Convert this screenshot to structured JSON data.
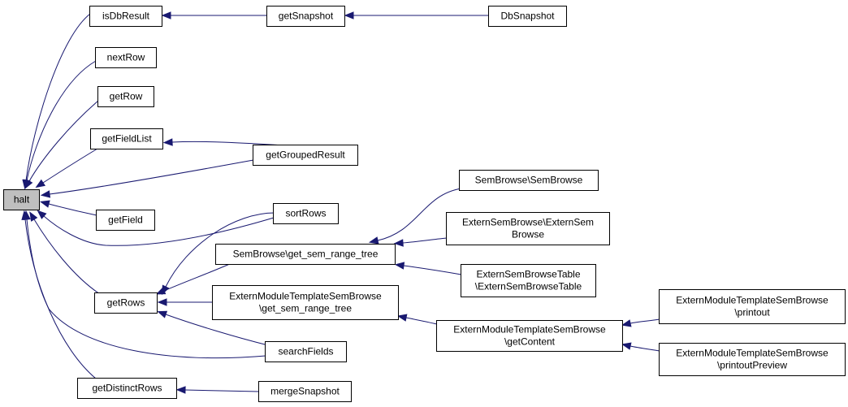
{
  "graph": {
    "colors": {
      "edge": "#191970",
      "highlight_fill": "#bfbfbf",
      "node_fill": "#ffffff",
      "node_border": "#000000"
    },
    "nodes": {
      "halt": {
        "lines": [
          "halt"
        ],
        "highlight": true
      },
      "isDbResult": {
        "lines": [
          "isDbResult"
        ]
      },
      "getSnapshot": {
        "lines": [
          "getSnapshot"
        ]
      },
      "DbSnapshot": {
        "lines": [
          "DbSnapshot"
        ]
      },
      "nextRow": {
        "lines": [
          "nextRow"
        ]
      },
      "getRow": {
        "lines": [
          "getRow"
        ]
      },
      "getFieldList": {
        "lines": [
          "getFieldList"
        ]
      },
      "getGroupedResult": {
        "lines": [
          "getGroupedResult"
        ]
      },
      "getField": {
        "lines": [
          "getField"
        ]
      },
      "sortRows": {
        "lines": [
          "sortRows"
        ]
      },
      "getRows": {
        "lines": [
          "getRows"
        ]
      },
      "getDistinctRows": {
        "lines": [
          "getDistinctRows"
        ]
      },
      "mergeSnapshot": {
        "lines": [
          "mergeSnapshot"
        ]
      },
      "searchFields": {
        "lines": [
          "searchFields"
        ]
      },
      "semBrowseGetSemRangeTree": {
        "lines": [
          "SemBrowse\\get_sem_range_tree"
        ]
      },
      "externModuleGetSemRangeTree": {
        "lines": [
          "ExternModuleTemplateSemBrowse",
          "\\get_sem_range_tree"
        ]
      },
      "semBrowse": {
        "lines": [
          "SemBrowse\\SemBrowse"
        ]
      },
      "externSemBrowse": {
        "lines": [
          "ExternSemBrowse\\ExternSem",
          "Browse"
        ]
      },
      "externSemBrowseTable": {
        "lines": [
          "ExternSemBrowseTable",
          "\\ExternSemBrowseTable"
        ]
      },
      "externModuleGetContent": {
        "lines": [
          "ExternModuleTemplateSemBrowse",
          "\\getContent"
        ]
      },
      "externModulePrintout": {
        "lines": [
          "ExternModuleTemplateSemBrowse",
          "\\printout"
        ]
      },
      "externModulePrintoutPreview": {
        "lines": [
          "ExternModuleTemplateSemBrowse",
          "\\printoutPreview"
        ]
      }
    },
    "edges": [
      {
        "from": "isDbResult",
        "to": "halt"
      },
      {
        "from": "nextRow",
        "to": "halt"
      },
      {
        "from": "getRow",
        "to": "halt"
      },
      {
        "from": "getFieldList",
        "to": "halt"
      },
      {
        "from": "getGroupedResult",
        "to": "halt"
      },
      {
        "from": "getField",
        "to": "halt"
      },
      {
        "from": "sortRows",
        "to": "halt"
      },
      {
        "from": "getRows",
        "to": "halt"
      },
      {
        "from": "searchFields",
        "to": "halt"
      },
      {
        "from": "getDistinctRows",
        "to": "halt"
      },
      {
        "from": "getSnapshot",
        "to": "isDbResult"
      },
      {
        "from": "DbSnapshot",
        "to": "getSnapshot"
      },
      {
        "from": "getGroupedResult",
        "to": "getFieldList"
      },
      {
        "from": "sortRows",
        "to": "getRows"
      },
      {
        "from": "semBrowseGetSemRangeTree",
        "to": "getRows"
      },
      {
        "from": "externModuleGetSemRangeTree",
        "to": "getRows"
      },
      {
        "from": "searchFields",
        "to": "getRows"
      },
      {
        "from": "mergeSnapshot",
        "to": "getDistinctRows"
      },
      {
        "from": "semBrowse",
        "to": "semBrowseGetSemRangeTree"
      },
      {
        "from": "externSemBrowse",
        "to": "semBrowseGetSemRangeTree"
      },
      {
        "from": "externSemBrowseTable",
        "to": "semBrowseGetSemRangeTree"
      },
      {
        "from": "externModuleGetContent",
        "to": "externModuleGetSemRangeTree"
      },
      {
        "from": "externModulePrintout",
        "to": "externModuleGetContent"
      },
      {
        "from": "externModulePrintoutPreview",
        "to": "externModuleGetContent"
      }
    ]
  }
}
